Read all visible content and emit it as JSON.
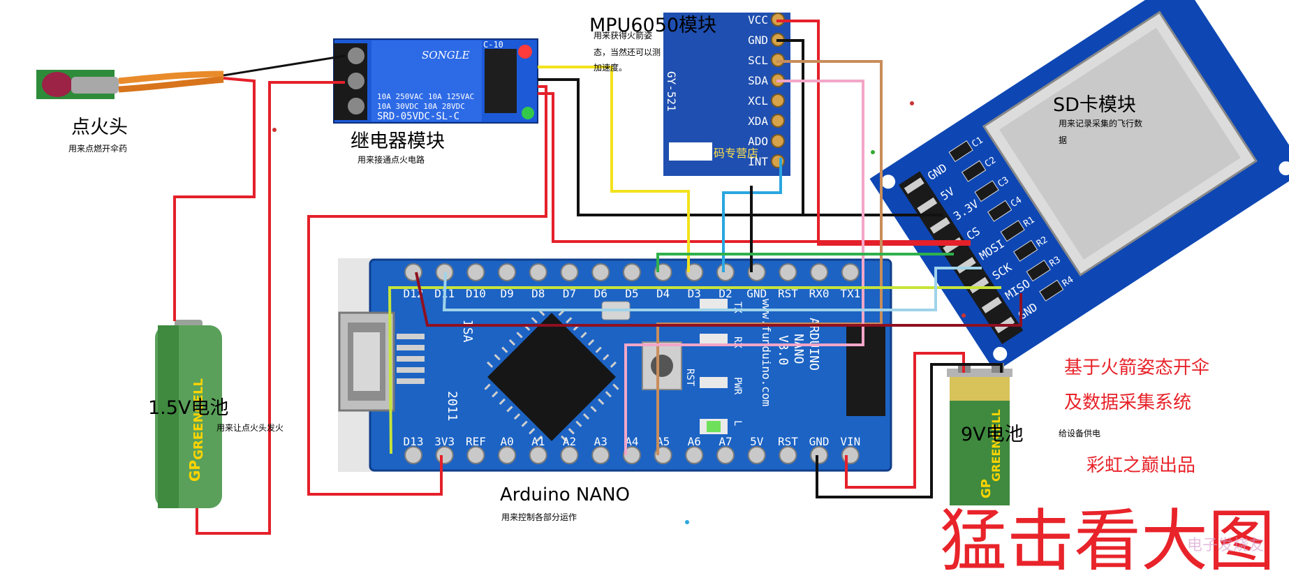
{
  "labels": {
    "igniter": {
      "title": "点火头",
      "desc": "用来点燃开伞药"
    },
    "relay": {
      "title": "继电器模块",
      "desc": "用来接通点火电路",
      "brand": "SONGLE",
      "model": "SRD-05VDC-SL-C",
      "rating1": "10A 250VAC  10A 125VAC",
      "rating2": "10A 30VDC   10A 28VDC",
      "ic": "C-10"
    },
    "mpu": {
      "title": "MPU6050模块",
      "desc1": "用来获得火箭姿",
      "desc2": "态，当然还可以测",
      "desc3": "加速度。",
      "board": "GY-521",
      "shop": "码专营店",
      "pins": [
        "VCC",
        "GND",
        "SCL",
        "SDA",
        "XCL",
        "XDA",
        "ADO",
        "INT"
      ]
    },
    "sd": {
      "title": "SD卡模块",
      "desc1": "用来记录采集的飞行数",
      "desc2": "据",
      "pins": [
        "GND",
        "5V",
        "3.3V",
        "CS",
        "MOSI",
        "SCK",
        "MISO",
        "GND"
      ],
      "parts": [
        "C1",
        "C2",
        "C3",
        "C4",
        "R1",
        "R2",
        "R3",
        "R4"
      ]
    },
    "battery15": {
      "title": "1.5V电池",
      "desc": "用来让点火头发火",
      "brand": "GREENCELL",
      "logo": "GP"
    },
    "battery9": {
      "title": "9V电池",
      "desc": "给设备供电",
      "brand": "GREENCELL",
      "logo": "GP"
    },
    "arduino": {
      "title": "Arduino NANO",
      "desc": "用来控制各部分运作",
      "top_pins": [
        "D12",
        "D11",
        "D10",
        "D9",
        "D8",
        "D7",
        "D6",
        "D5",
        "D4",
        "D3",
        "D2",
        "GND",
        "RST",
        "RX0",
        "TX1"
      ],
      "bottom_pins": [
        "D13",
        "3V3",
        "REF",
        "A0",
        "A1",
        "A2",
        "A3",
        "A4",
        "A5",
        "A6",
        "A7",
        "5V",
        "RST",
        "GND",
        "VIN"
      ],
      "silk": [
        "ARDUINO",
        "NANO",
        "V3.0",
        "ISA",
        "2011",
        "www.funduino.com",
        "TX",
        "RX",
        "PWR",
        "L",
        "RST"
      ]
    },
    "system": {
      "line1": "基于火箭姿态开伞",
      "line2": "及数据采集系统",
      "credit": "彩虹之巅出品"
    },
    "banner": "猛击看大图",
    "watermark": "电子发烧友"
  },
  "colors": {
    "pcb": "#1c63c4",
    "pcb_dark": "#0f3f8c",
    "relay": "#1e5bd8",
    "wire_red": "#e4202a",
    "wire_black": "#111111",
    "wire_yellow": "#f3e21c",
    "wire_blue": "#2aa6e0",
    "wire_brown": "#c98d5a",
    "wire_pink": "#f3a6c8",
    "wire_green": "#2fb04c",
    "wire_lime": "#c6e43a",
    "wire_lightblue": "#9fd3ea",
    "wire_darkred": "#8f1020",
    "accent_text": "#e8232a"
  }
}
